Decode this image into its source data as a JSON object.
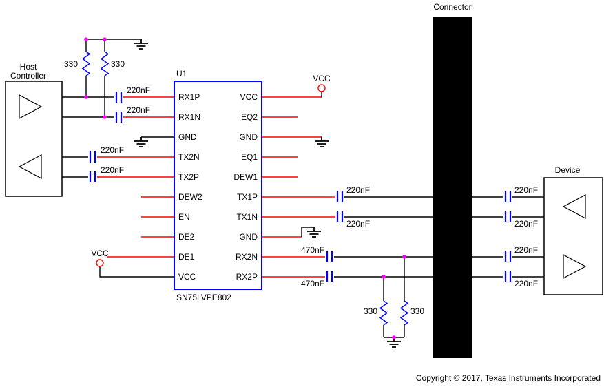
{
  "schematic": {
    "connector_label": "Connector",
    "device_label": "Device",
    "host": {
      "label_line1": "Host",
      "label_line2": "Controller"
    },
    "chip": {
      "refdes": "U1",
      "part_number": "SN75LVPE802",
      "left_pins": [
        "RX1P",
        "RX1N",
        "GND",
        "TX2N",
        "TX2P",
        "DEW2",
        "EN",
        "DE2",
        "DE1",
        "VCC"
      ],
      "right_pins": [
        "VCC",
        "EQ2",
        "GND",
        "EQ1",
        "DEW1",
        "TX1P",
        "TX1N",
        "GND",
        "RX2N",
        "RX2P"
      ]
    },
    "capacitors": {
      "rx1p": "220nF",
      "rx1n": "220nF",
      "tx2n": "220nF",
      "tx2p": "220nF",
      "tx1p_a": "220nF",
      "tx1n_a": "220nF",
      "rx2n_a": "470nF",
      "rx2p_a": "470nF",
      "tx1p_b": "220nF",
      "tx1n_b": "220nF",
      "rx2n_b": "220nF",
      "rx2p_b": "220nF"
    },
    "resistors": {
      "r1": "330",
      "r2": "330",
      "r3": "330",
      "r4": "330"
    },
    "power": {
      "vcc_left": "VCC",
      "vcc_right": "VCC"
    },
    "copyright": "Copyright © 2017, Texas Instruments Incorporated"
  },
  "colors": {
    "wire": "#ff0000",
    "component": "#0000ff",
    "junction": "#ff00ff",
    "outline": "#000000"
  }
}
